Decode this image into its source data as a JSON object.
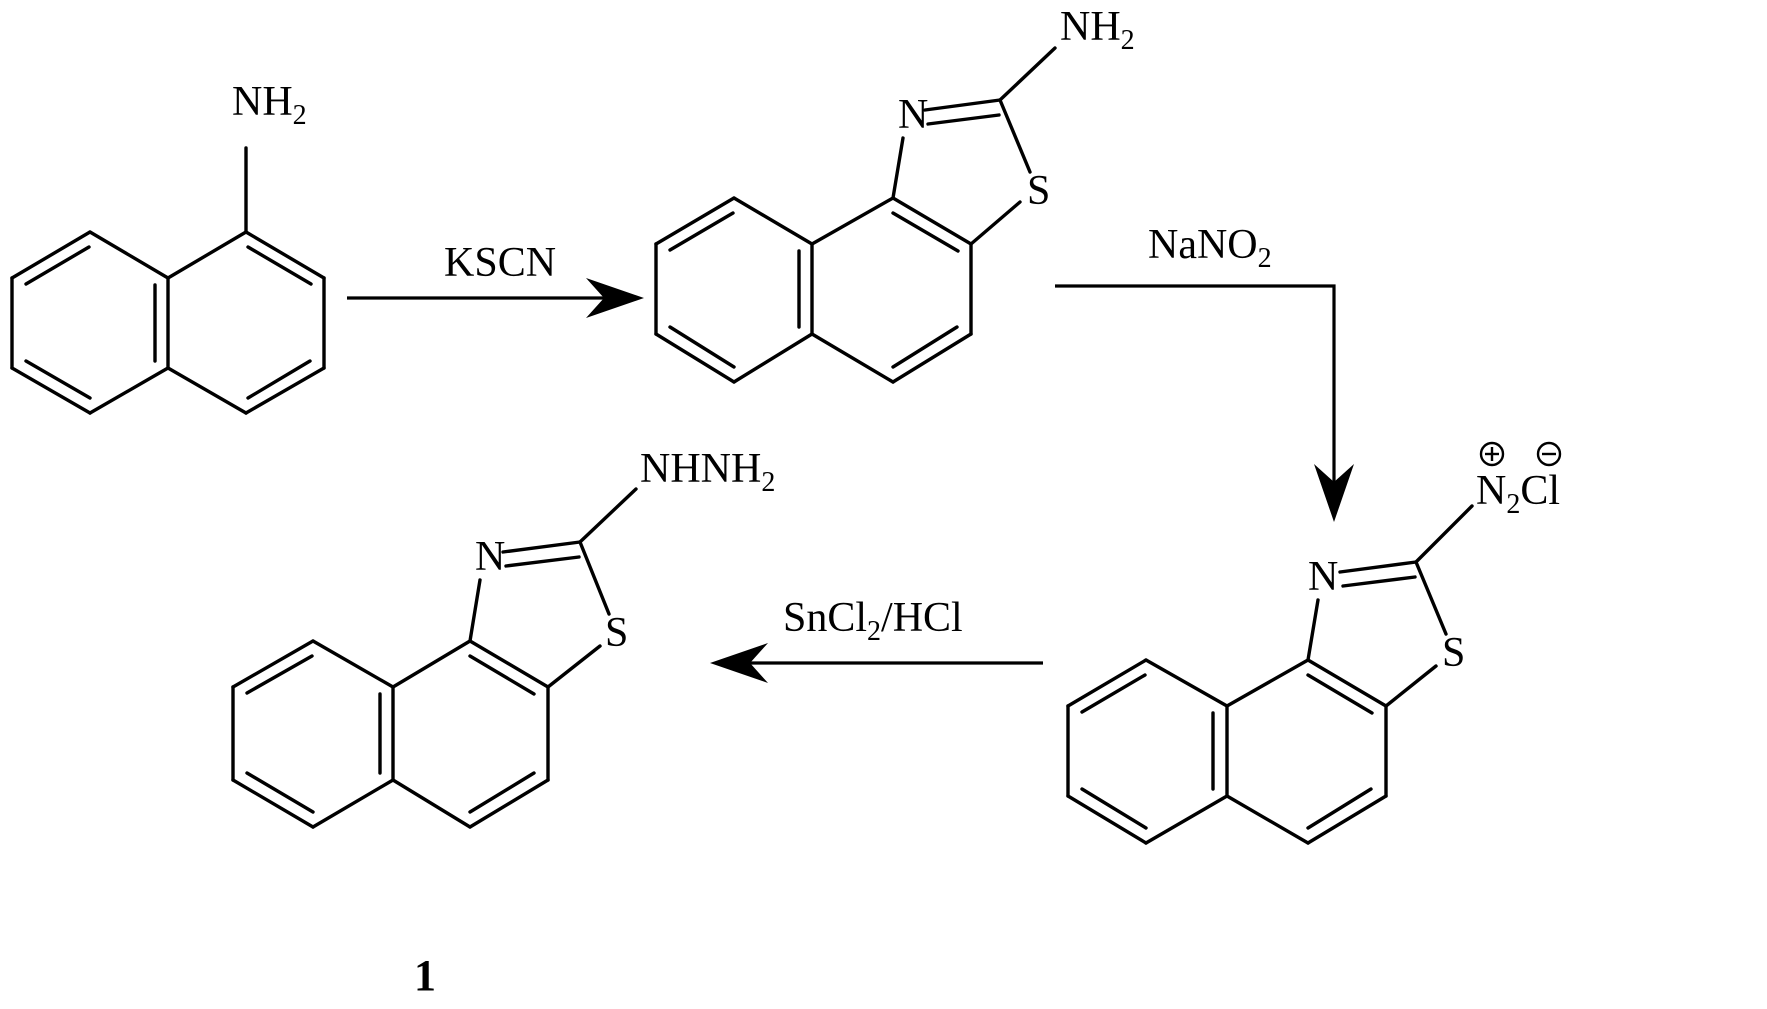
{
  "molecules": {
    "naphthylamine": {
      "substituent": "NH",
      "sub_index": "2"
    },
    "aminonaphthothiazole": {
      "substituent": "NH",
      "sub_index": "2",
      "n_atom": "N",
      "s_atom": "S"
    },
    "diazonium_salt": {
      "n_atom": "N",
      "s_atom": "S",
      "group_main": "N",
      "group_index": "2",
      "counter_ion": "Cl"
    },
    "hydrazinyl_product": {
      "substituent": "NHNH",
      "sub_index": "2",
      "n_atom": "N",
      "s_atom": "S",
      "compound_number": "1"
    }
  },
  "reagents": {
    "step1": {
      "text": "KSCN"
    },
    "step2": {
      "main": "NaNO",
      "index": "2"
    },
    "step3": {
      "pre": "SnCl",
      "index": "2",
      "post": "/HCl"
    }
  }
}
